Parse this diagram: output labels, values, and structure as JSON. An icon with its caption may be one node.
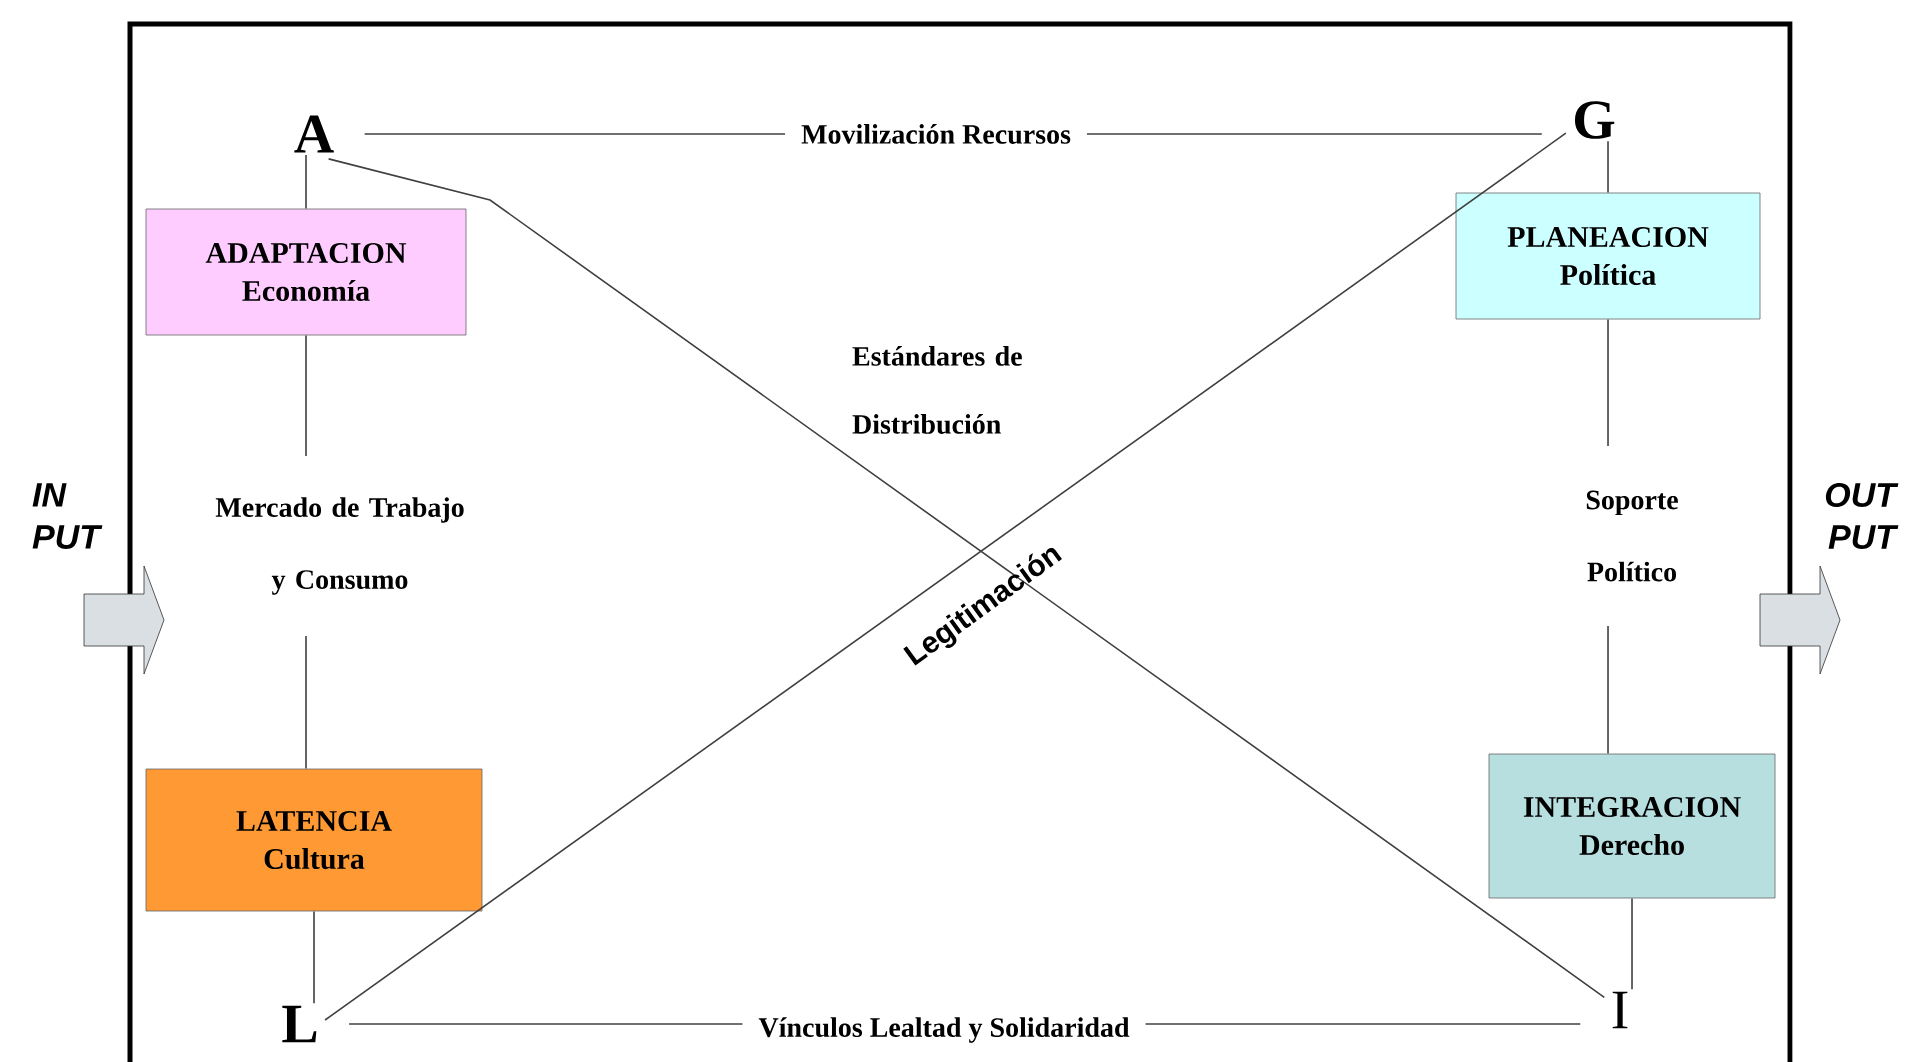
{
  "diagram": {
    "nodes": [
      {
        "text": [
          "A"
        ]
      },
      {
        "text": [
          "G"
        ]
      },
      {
        "text": [
          "ADAPTACION",
          "Economía"
        ]
      },
      {
        "text": [
          "PLANEACION",
          "Política"
        ]
      },
      {
        "text": [
          "LATENCIA",
          "Cultura"
        ]
      },
      {
        "text": [
          "INTEGRACION",
          "Derecho"
        ]
      },
      {
        "text": [
          "L"
        ]
      },
      {
        "text": [
          "I"
        ]
      }
    ],
    "edges": [
      {
        "from": 0,
        "to": 1,
        "arrow": "none",
        "label": "Movilización Recursos"
      },
      {
        "from": 0,
        "to": 2,
        "arrow": "none"
      },
      {
        "from": 1,
        "to": 3,
        "arrow": "none"
      },
      {
        "from": 2,
        "to": 4,
        "arrow": "none",
        "label": "Mercado de Trabajo y Consumo"
      },
      {
        "from": 3,
        "to": 5,
        "arrow": "none",
        "label": "Soporte Político"
      },
      {
        "from": 0,
        "to": 7,
        "arrow": "none",
        "label": "Estándares de Distribución"
      },
      {
        "from": 6,
        "to": 1,
        "arrow": "none",
        "label": "Legitimación"
      },
      {
        "from": 4,
        "to": 6,
        "arrow": "none"
      },
      {
        "from": 5,
        "to": 7,
        "arrow": "none"
      },
      {
        "from": 6,
        "to": 7,
        "arrow": "none",
        "label": "Vínculos Lealtad y Solidaridad"
      }
    ],
    "labels": [
      "IN PUT",
      "OUT PUT"
    ]
  }
}
